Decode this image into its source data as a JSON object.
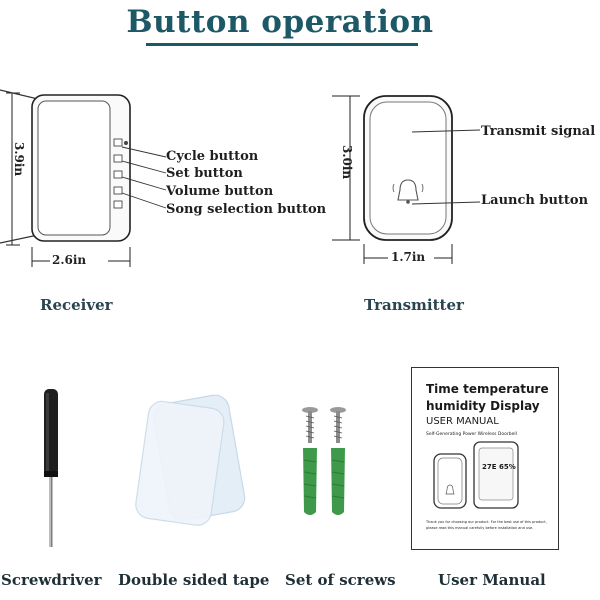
{
  "title": "Button operation",
  "receiver": {
    "caption": "Receiver",
    "height_label": "3.9in",
    "width_label": "2.6in",
    "callouts": [
      "Cycle button",
      "Set button",
      "Volume button",
      "Song selection button"
    ]
  },
  "transmitter": {
    "caption": "Transmitter",
    "height_label": "3.0in",
    "width_label": "1.7in",
    "callouts": [
      "Transmit signal",
      "Launch button"
    ]
  },
  "accessories": [
    {
      "label": "Screwdriver"
    },
    {
      "label": "Double sided tape"
    },
    {
      "label": "Set of screws"
    },
    {
      "label": "User Manual"
    }
  ],
  "manual": {
    "title_line1": "Time temperature",
    "title_line2": "humidity Display",
    "subtitle": "USER MANUAL",
    "tagline": "Self-Generating Power Wireless Doorbell",
    "lcd_text": "27E 65%",
    "footnote_line1": "Thank you for choosing our product. For the best use of this product,",
    "footnote_line2": "please read this manual carefully before installation and use."
  },
  "colors": {
    "title": "#1d5866",
    "caption": "#2a4550",
    "screw_anchor": "#3e9a4a"
  }
}
